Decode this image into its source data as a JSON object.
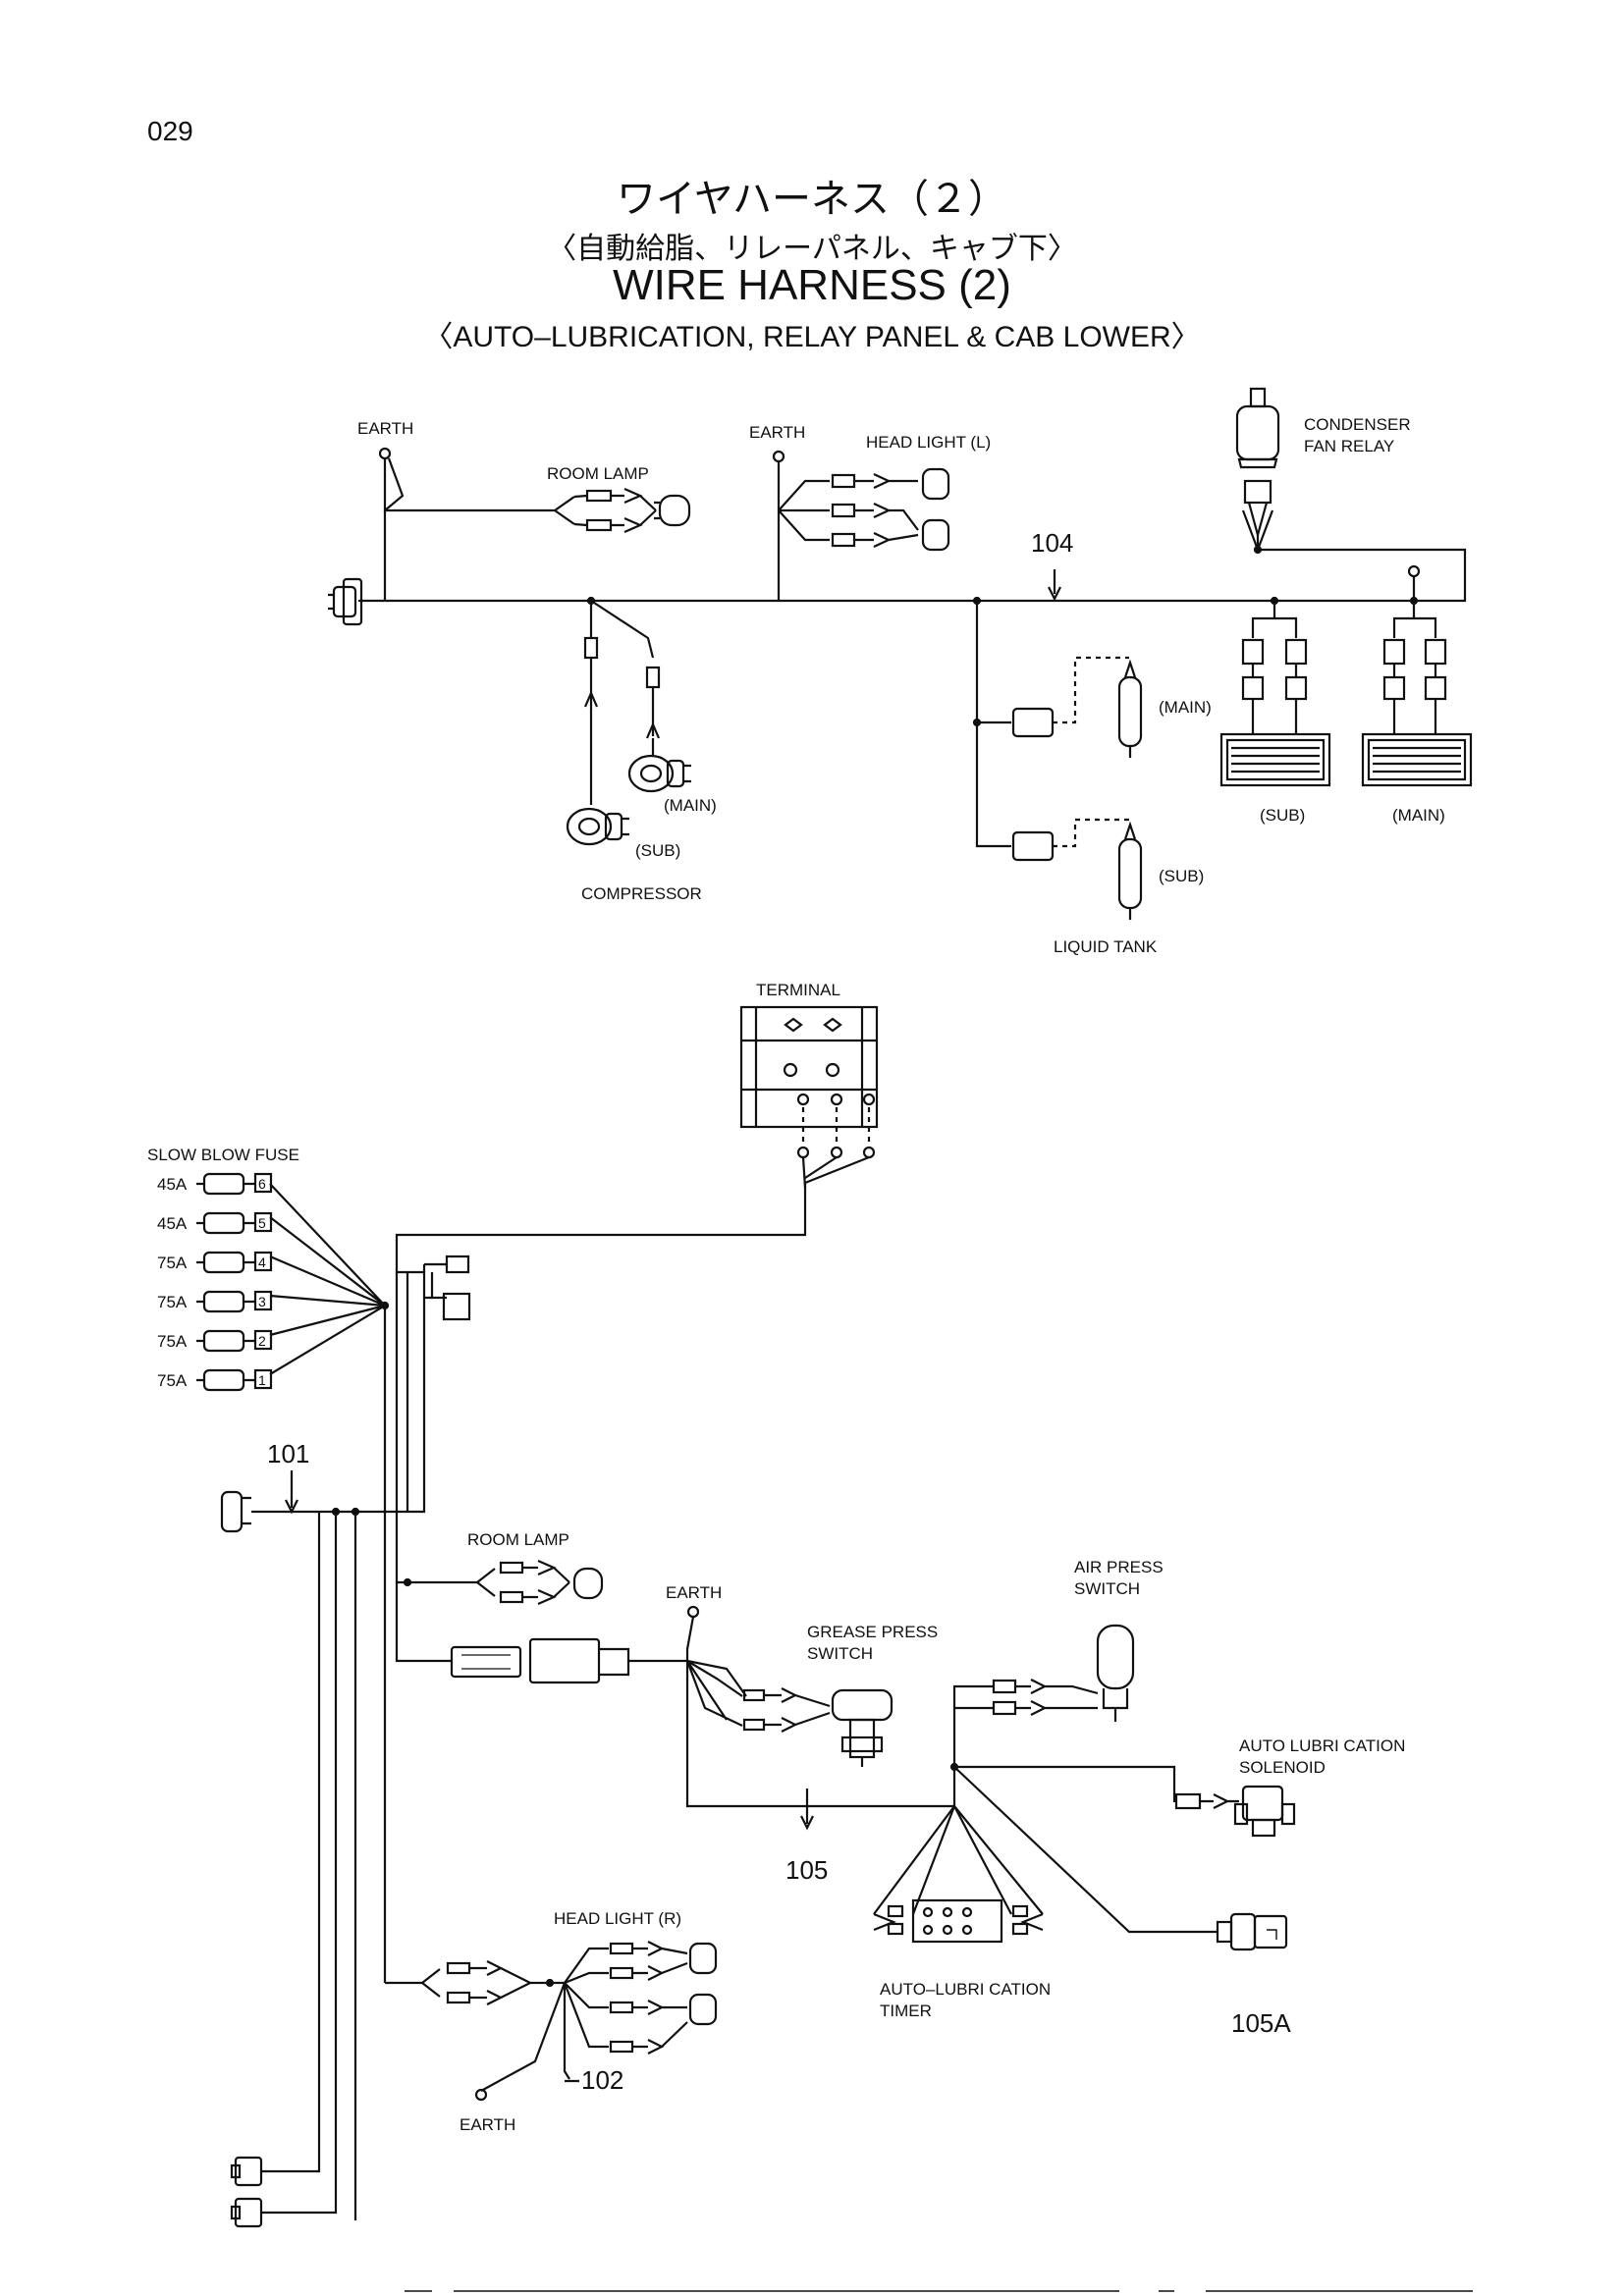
{
  "page_number": "029",
  "title": {
    "jp": "ワイヤハーネス（２）",
    "jp_sub": "〈自動給脂、リレーパネル、キャブ下〉",
    "en": "WIRE HARNESS (2)",
    "en_sub": "〈AUTO–LUBRICATION, RELAY PANEL & CAB LOWER〉"
  },
  "upper": {
    "earth_1": "EARTH",
    "room_lamp": "ROOM LAMP",
    "earth_2": "EARTH",
    "head_light_l": "HEAD LIGHT (L)",
    "condenser_fan_relay_1": "CONDENSER",
    "condenser_fan_relay_2": "FAN RELAY",
    "ref_104": "104",
    "main_1": "(MAIN)",
    "sub_1": "(SUB)",
    "compressor": "COMPRESSOR",
    "main_tank": "(MAIN)",
    "sub_tank": "(SUB)",
    "liquid_tank": "LIQUID TANK",
    "cond_sub": "(SUB)",
    "cond_main": "(MAIN)"
  },
  "lower": {
    "terminal": "TERMINAL",
    "slow_blow_fuse": "SLOW BLOW FUSE",
    "fuses": [
      {
        "amp": "45A",
        "no": "6"
      },
      {
        "amp": "45A",
        "no": "5"
      },
      {
        "amp": "75A",
        "no": "4"
      },
      {
        "amp": "75A",
        "no": "3"
      },
      {
        "amp": "75A",
        "no": "2"
      },
      {
        "amp": "75A",
        "no": "1"
      }
    ],
    "ref_101": "101",
    "room_lamp": "ROOM LAMP",
    "earth_1": "EARTH",
    "grease_press_1": "GREASE PRESS",
    "grease_press_2": "SWITCH",
    "air_press_1": "AIR PRESS",
    "air_press_2": "SWITCH",
    "auto_lubri_sol_1": "AUTO LUBRI CATION",
    "auto_lubri_sol_2": "SOLENOID",
    "ref_105": "105",
    "head_light_r": "HEAD LIGHT (R)",
    "auto_lubri_timer_1": "AUTO–LUBRI CATION",
    "auto_lubri_timer_2": "TIMER",
    "ref_105a": "105A",
    "ref_102": "102",
    "earth_2": "EARTH"
  }
}
